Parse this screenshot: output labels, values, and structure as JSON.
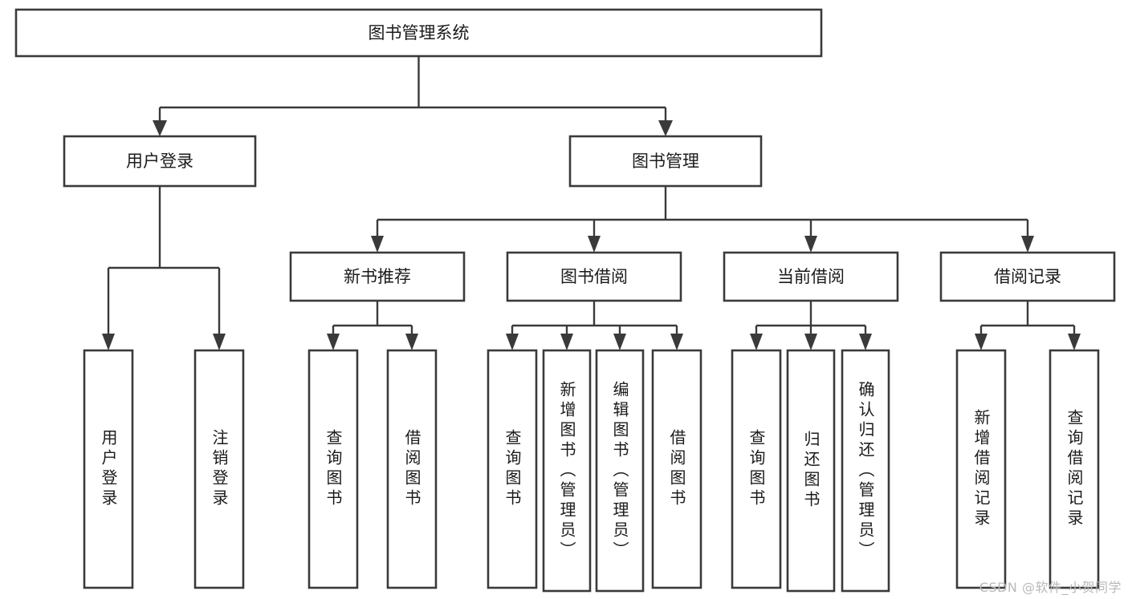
{
  "diagram": {
    "type": "tree-hierarchy",
    "title": "图书管理系统",
    "root": {
      "id": "root",
      "label": "图书管理系统"
    },
    "level1": [
      {
        "id": "user-login",
        "label": "用户登录"
      },
      {
        "id": "book-manage",
        "label": "图书管理"
      }
    ],
    "level2": [
      {
        "id": "new-book-recommend",
        "label": "新书推荐",
        "parent": "book-manage"
      },
      {
        "id": "book-borrow",
        "label": "图书借阅",
        "parent": "book-manage"
      },
      {
        "id": "current-borrow",
        "label": "当前借阅",
        "parent": "book-manage"
      },
      {
        "id": "borrow-record",
        "label": "借阅记录",
        "parent": "book-manage"
      }
    ],
    "leaves": [
      {
        "id": "leaf-user-login",
        "label": "用户登录",
        "parent": "user-login"
      },
      {
        "id": "leaf-logout",
        "label": "注销登录",
        "parent": "user-login"
      },
      {
        "id": "leaf-query-book-1",
        "label": "查询图书",
        "parent": "new-book-recommend"
      },
      {
        "id": "leaf-borrow-book-1",
        "label": "借阅图书",
        "parent": "new-book-recommend"
      },
      {
        "id": "leaf-query-book-2",
        "label": "查询图书",
        "parent": "book-borrow"
      },
      {
        "id": "leaf-add-book",
        "label": "新增图书（管理员）",
        "parent": "book-borrow"
      },
      {
        "id": "leaf-edit-book",
        "label": "编辑图书（管理员）",
        "parent": "book-borrow"
      },
      {
        "id": "leaf-borrow-book-2",
        "label": "借阅图书",
        "parent": "book-borrow"
      },
      {
        "id": "leaf-query-book-3",
        "label": "查询图书",
        "parent": "current-borrow"
      },
      {
        "id": "leaf-return-book",
        "label": "归还图书",
        "parent": "current-borrow"
      },
      {
        "id": "leaf-confirm-return",
        "label": "确认归还（管理员）",
        "parent": "current-borrow"
      },
      {
        "id": "leaf-add-record",
        "label": "新增借阅记录",
        "parent": "borrow-record"
      },
      {
        "id": "leaf-query-record",
        "label": "查询借阅记录",
        "parent": "borrow-record"
      }
    ],
    "colors": {
      "stroke": "#3a3a3a",
      "fill": "#ffffff",
      "text": "#1b1b1b",
      "watermark": "#b9b9b9"
    }
  },
  "watermark": {
    "text": "CSDN @软件_小贺同学"
  }
}
